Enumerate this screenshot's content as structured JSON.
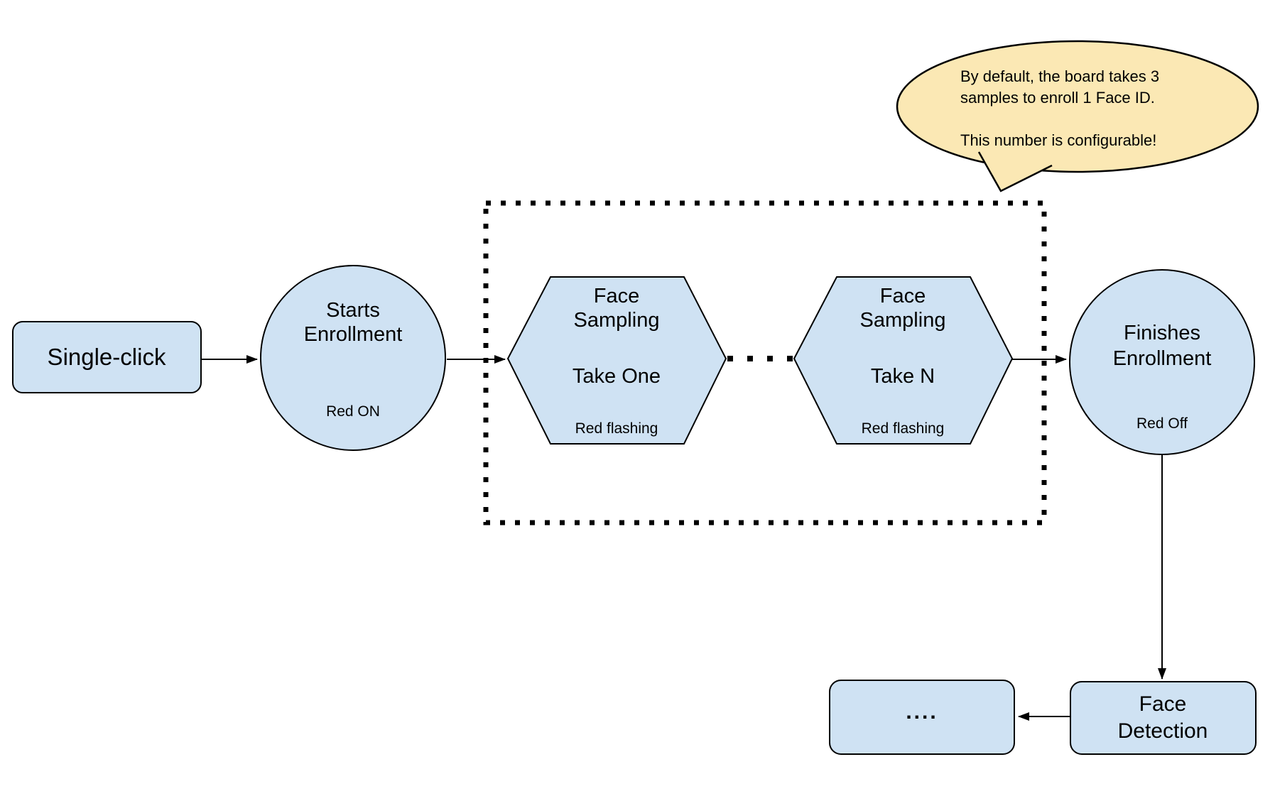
{
  "diagram": {
    "title_hint": "Face ID enrollment flow",
    "colors": {
      "node_fill": "#cfe2f3",
      "node_border": "#000000",
      "callout_fill": "#fbe8b4",
      "connector": "#000000",
      "background": "#ffffff",
      "text": "#000000"
    },
    "nodes": {
      "single_click": {
        "label": "Single-click"
      },
      "starts_enrollment": {
        "line1": "Starts",
        "line2": "Enrollment",
        "status": "Red ON"
      },
      "sample_one": {
        "line1": "Face",
        "line2": "Sampling",
        "line3": "Take One",
        "status": "Red flashing"
      },
      "sample_n": {
        "line1": "Face",
        "line2": "Sampling",
        "line3": "Take N",
        "status": "Red flashing"
      },
      "finishes_enrollment": {
        "line1": "Finishes",
        "line2": "Enrollment",
        "status": "Red Off"
      },
      "face_detection": {
        "line1": "Face",
        "line2": "Detection"
      },
      "continuation": {
        "label": "...."
      }
    },
    "callout": {
      "line1": "By default, the board takes 3",
      "line2": "samples to enroll 1 Face ID.",
      "line3": "This number is configurable!"
    },
    "ellipsis_between_samples": ". . . ."
  }
}
